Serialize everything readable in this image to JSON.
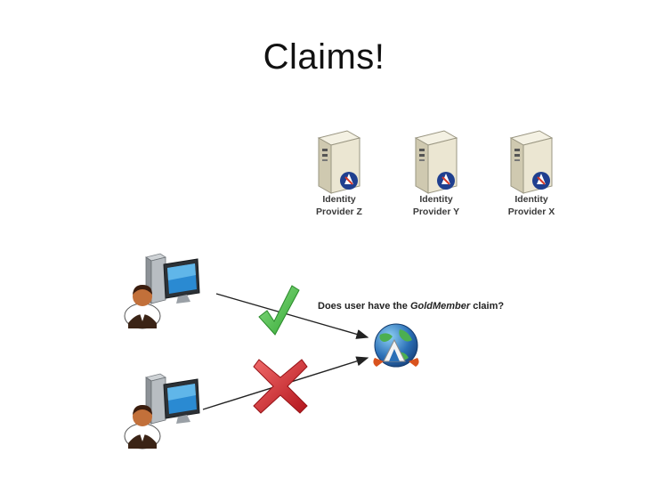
{
  "slide": {
    "title": "Claims!"
  },
  "identity_providers": [
    {
      "line1": "Identity",
      "line2": "Provider Z"
    },
    {
      "line1": "Identity",
      "line2": "Provider Y"
    },
    {
      "line1": "Identity",
      "line2": "Provider X"
    }
  ],
  "question": {
    "prefix": "Does user have the ",
    "claim": "GoldMember",
    "suffix": " claim?"
  },
  "icons": {
    "server": "server-icon",
    "user": "user-computer-icon",
    "globe": "globe-application-icon",
    "allowed": "green-checkmark-icon",
    "denied": "red-x-icon"
  },
  "colors": {
    "check": "#3fbf3f",
    "cross": "#d21f26",
    "server_body": "#e9e4d0",
    "globe_blue": "#2a6fb6"
  }
}
